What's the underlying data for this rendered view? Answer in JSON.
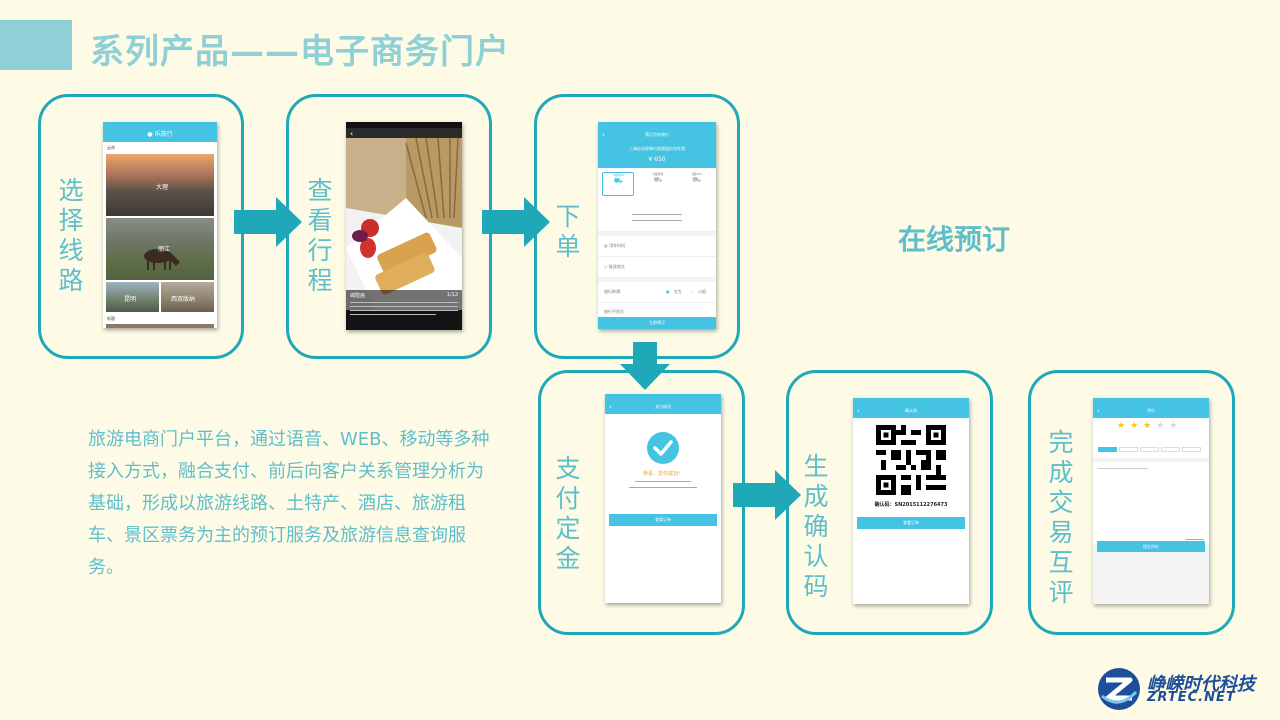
{
  "header": {
    "title": "系列产品——电子商务门户"
  },
  "steps": [
    {
      "label": "选择线路"
    },
    {
      "label": "查看行程"
    },
    {
      "label": "下单"
    },
    {
      "label": "支付定金"
    },
    {
      "label": "生成确认码"
    },
    {
      "label": "完成交易互评"
    }
  ],
  "online_booking": "在线预订",
  "description": "旅游电商门户平台，通过语音、WEB、移动等多种接入方式，融合支付、前后向客户关系管理分析为基础，形成以旅游线路、土特产、酒店、旅游租车、景区票务为主的预订服务及旅游信息查询服务。",
  "phone1": {
    "nav_title": "● 乐旅行",
    "section": "云南",
    "photos": [
      "大理",
      "丽江",
      "昆明",
      "西双版纳"
    ],
    "section2": "新疆"
  },
  "phone2": {
    "caption_title": "城隍庙",
    "page_counter": "1/12"
  },
  "phone3": {
    "nav_title": "预订包车旅行",
    "route": "上海必去经典行程超值价包车游",
    "price": "¥ 650",
    "car_types": [
      "5座轿车",
      "5座商务",
      "7座SUV"
    ],
    "fields": [
      "用车时间",
      "接送地点"
    ],
    "traveler_label": "旅行称谓",
    "options": [
      "先生",
      "小姐"
    ],
    "phone_label": "旅行手机号",
    "submit": "立即预订"
  },
  "phone4": {
    "nav_title": "支付成功",
    "success": "恭喜，支付成功！",
    "button": "查看订单"
  },
  "phone5": {
    "nav_title": "确认码",
    "code_label": "确认码：SN2015112276473",
    "button": "查看订单"
  },
  "phone6": {
    "nav_title": "评价",
    "stars": 3,
    "max_stars": 5,
    "button": "提交评价"
  },
  "logo": {
    "cn": "峥嵘时代科技",
    "en": "ZRTEC.NET"
  },
  "colors": {
    "accent": "#1fa8b8",
    "label": "#5fbecb",
    "app_blue": "#44c3e3",
    "background": "#fdfbe6"
  }
}
